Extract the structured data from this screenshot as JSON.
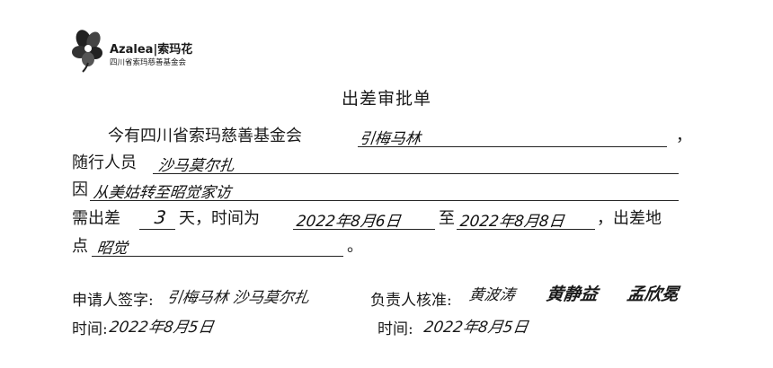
{
  "logo": {
    "name": "Azalea|索玛花",
    "org": "四川省索玛慈善基金会"
  },
  "form": {
    "title": "出差审批单",
    "line1_prefix": "今有四川省索玛慈善基金会",
    "line1_value": "引梅马林",
    "line1_suffix": "，",
    "line2_prefix": "随行人员",
    "line2_value": "沙马莫尔扎",
    "line3_prefix": "因",
    "line3_value": "从美姑转至昭觉家访",
    "line4_prefix": "需出差",
    "days": "3",
    "days_unit": "天，时间为",
    "date_from": "2022年8月6日",
    "to_word": "至",
    "date_to": "2022年8月8日",
    "line4_suffix": "，出差地",
    "line5_prefix": "点",
    "location": "昭觉",
    "line5_suffix": "。"
  },
  "signatures": {
    "applicant_label": "申请人签字:",
    "applicant_value": "引梅马林 沙马莫尔扎",
    "applicant_time_label": "时间:",
    "applicant_time_value": "2022年8月5日",
    "approver_label": "负责人核准:",
    "approver_names": [
      "黄波涛",
      "黄静益",
      "孟欣冕"
    ],
    "approver_time_label": "时间:",
    "approver_time_value": "2022年8月5日"
  }
}
